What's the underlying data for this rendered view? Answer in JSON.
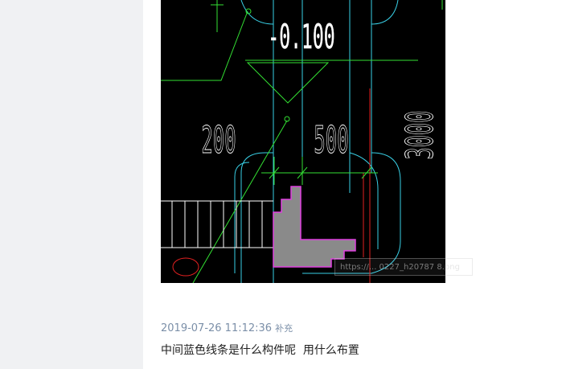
{
  "drawing": {
    "dim_top": "-0.100",
    "dim_left": "200",
    "dim_mid": "500",
    "dim_right": "3000",
    "colors": {
      "background": "#000000",
      "cyan": "#39d0e6",
      "green": "#33e033",
      "white": "#ffffff",
      "magenta": "#e040e0",
      "gray_fill": "#8a8a8a",
      "red": "#e02020"
    }
  },
  "watermark": "https://... 0227_h20787 8.png",
  "post": {
    "timestamp": "2019-07-26 11:12:36",
    "supplement_label": "补充",
    "comment": "中间蓝色线条是什么构件呢  用什么布置"
  }
}
